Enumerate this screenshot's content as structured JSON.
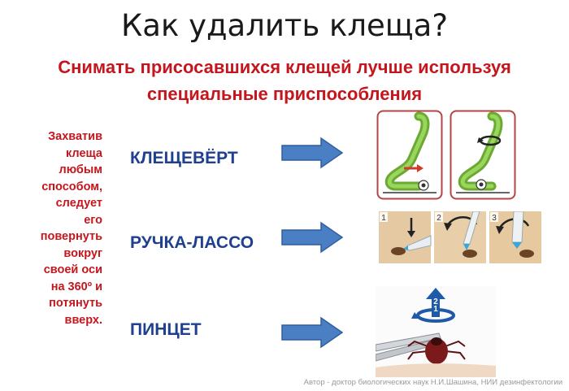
{
  "title": "Как удалить клеща?",
  "subtitle_lines": [
    "Снимать присосавшихся клещей лучше используя",
    "специальные приспособления"
  ],
  "side_note_lines": [
    "Захватив",
    "клеща",
    "любым",
    "способом,",
    "следует",
    "его",
    "повернуть",
    "вокруг",
    "своей оси",
    "на 360º и",
    "потянуть",
    "вверх."
  ],
  "methods": [
    {
      "label": "КЛЕЩЕВЁРТ"
    },
    {
      "label": "РУЧКА-ЛАССО"
    },
    {
      "label": "ПИНЦЕТ"
    }
  ],
  "lasso_steps": [
    "1",
    "2",
    "3"
  ],
  "tweezers_marks": [
    "1",
    "2"
  ],
  "credit": "Автор - доктор биологических наук Н.И.Шашина, НИИ дезинфектологии",
  "colors": {
    "accent_red": "#c4161c",
    "method_blue": "#1f3f8f",
    "arrow_blue": "#4a7fc4",
    "tool_green": "#7ac043"
  }
}
